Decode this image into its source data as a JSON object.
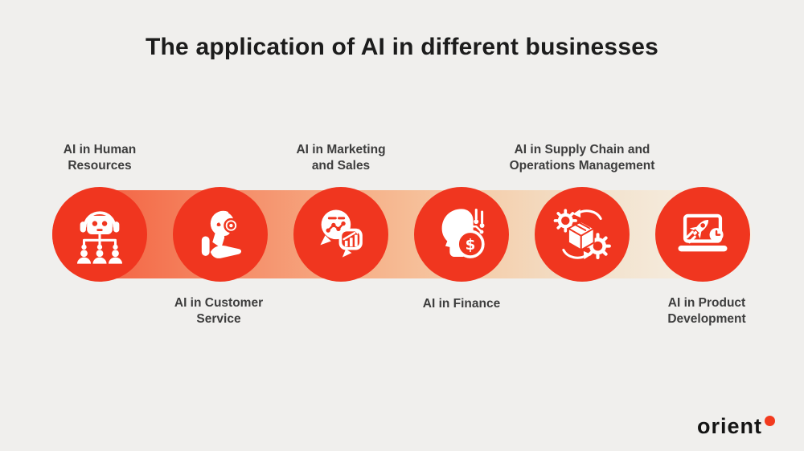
{
  "page": {
    "title": "The application of AI in different businesses",
    "background_color": "#F0EFED"
  },
  "items": [
    {
      "label": "AI in Human Resources",
      "lines": [
        "AI in Human",
        "Resources"
      ],
      "label_position": "above",
      "icon": "hr-robot-org-chart-icon"
    },
    {
      "label": "AI in Customer Service",
      "lines": [
        "AI in Customer",
        "Service"
      ],
      "label_position": "below",
      "icon": "customer-service-headset-hand-icon"
    },
    {
      "label": "AI in Marketing and Sales",
      "lines": [
        "AI in Marketing",
        "and Sales"
      ],
      "label_position": "above",
      "icon": "marketing-chat-charts-icon"
    },
    {
      "label": "AI in Finance",
      "lines": [
        "AI in Finance"
      ],
      "label_position": "below",
      "icon": "finance-head-dollar-coin-icon"
    },
    {
      "label": "AI in Supply Chain and Operations Management",
      "lines": [
        "AI in Supply Chain and",
        "Operations Management"
      ],
      "label_position": "above",
      "icon": "supply-chain-box-gears-icon"
    },
    {
      "label": "AI in Product Development",
      "lines": [
        "AI in Product",
        "Development"
      ],
      "label_position": "below",
      "icon": "product-development-laptop-rocket-icon"
    }
  ],
  "brand": {
    "logo_text": "orient",
    "logo_dot_color": "#F23A1E"
  },
  "colors": {
    "circle_red": "#F0361F",
    "title_text": "#1C1C1C",
    "label_text": "#3D3D3D",
    "band_gradient_left": "#F1543A",
    "band_gradient_mid": "#F6B28A",
    "band_gradient_right": "#F6EFE6"
  }
}
